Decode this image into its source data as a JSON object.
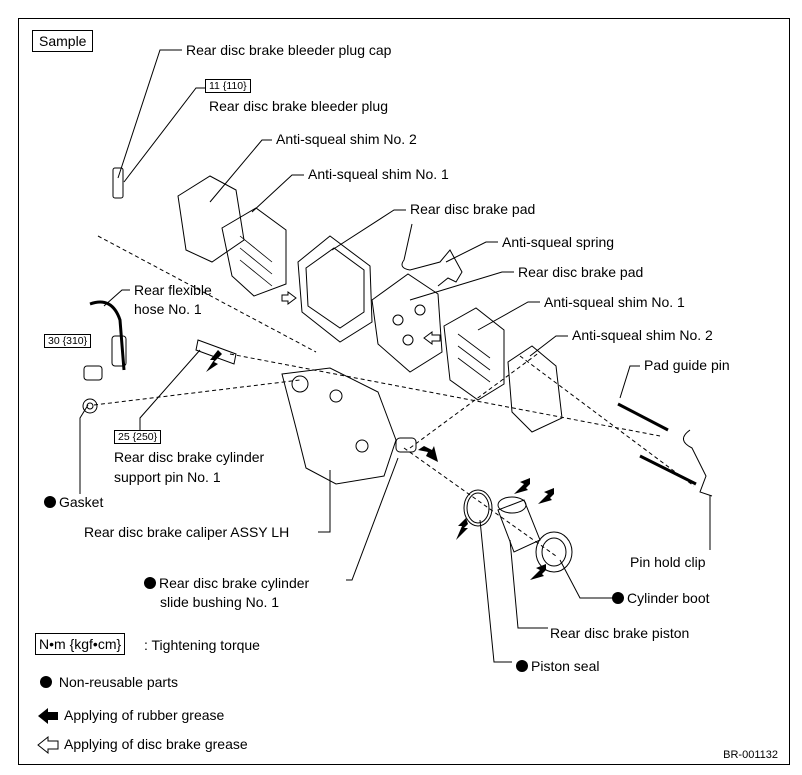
{
  "sample_label": "Sample",
  "labels": {
    "bleeder_cap": "Rear disc brake bleeder plug cap",
    "bleeder_plug": "Rear disc brake bleeder plug",
    "shim2_top": "Anti-squeal shim No. 2",
    "shim1_top": "Anti-squeal shim No. 1",
    "pad_top": "Rear disc brake pad",
    "spring": "Anti-squeal spring",
    "pad_mid": "Rear disc brake pad",
    "shim1_right": "Anti-squeal shim No. 1",
    "shim2_right": "Anti-squeal shim No. 2",
    "pad_guide_pin": "Pad guide pin",
    "hose_line1": "Rear flexible",
    "hose_line2": "hose No. 1",
    "support_pin_line1": "Rear disc brake cylinder",
    "support_pin_line2": "support pin No. 1",
    "gasket": "Gasket",
    "caliper": "Rear disc brake caliper ASSY LH",
    "pin_hold_clip": "Pin hold clip",
    "bushing_line1": "Rear disc brake cylinder",
    "bushing_line2": "slide bushing No. 1",
    "cylinder_boot": "Cylinder boot",
    "piston": "Rear disc brake piston",
    "piston_seal": "Piston seal"
  },
  "torques": {
    "bleeder": "11 {110}",
    "hose_bolt": "30 {310}",
    "support_pin": "25 {250}"
  },
  "legend": {
    "torque_box": "N•m {kgf•cm}",
    "torque_text": ": Tightening torque",
    "non_reusable": "Non-reusable parts",
    "rubber_grease": "Applying of rubber grease",
    "disc_grease": "Applying of disc brake grease"
  },
  "figure_code": "BR-001132"
}
